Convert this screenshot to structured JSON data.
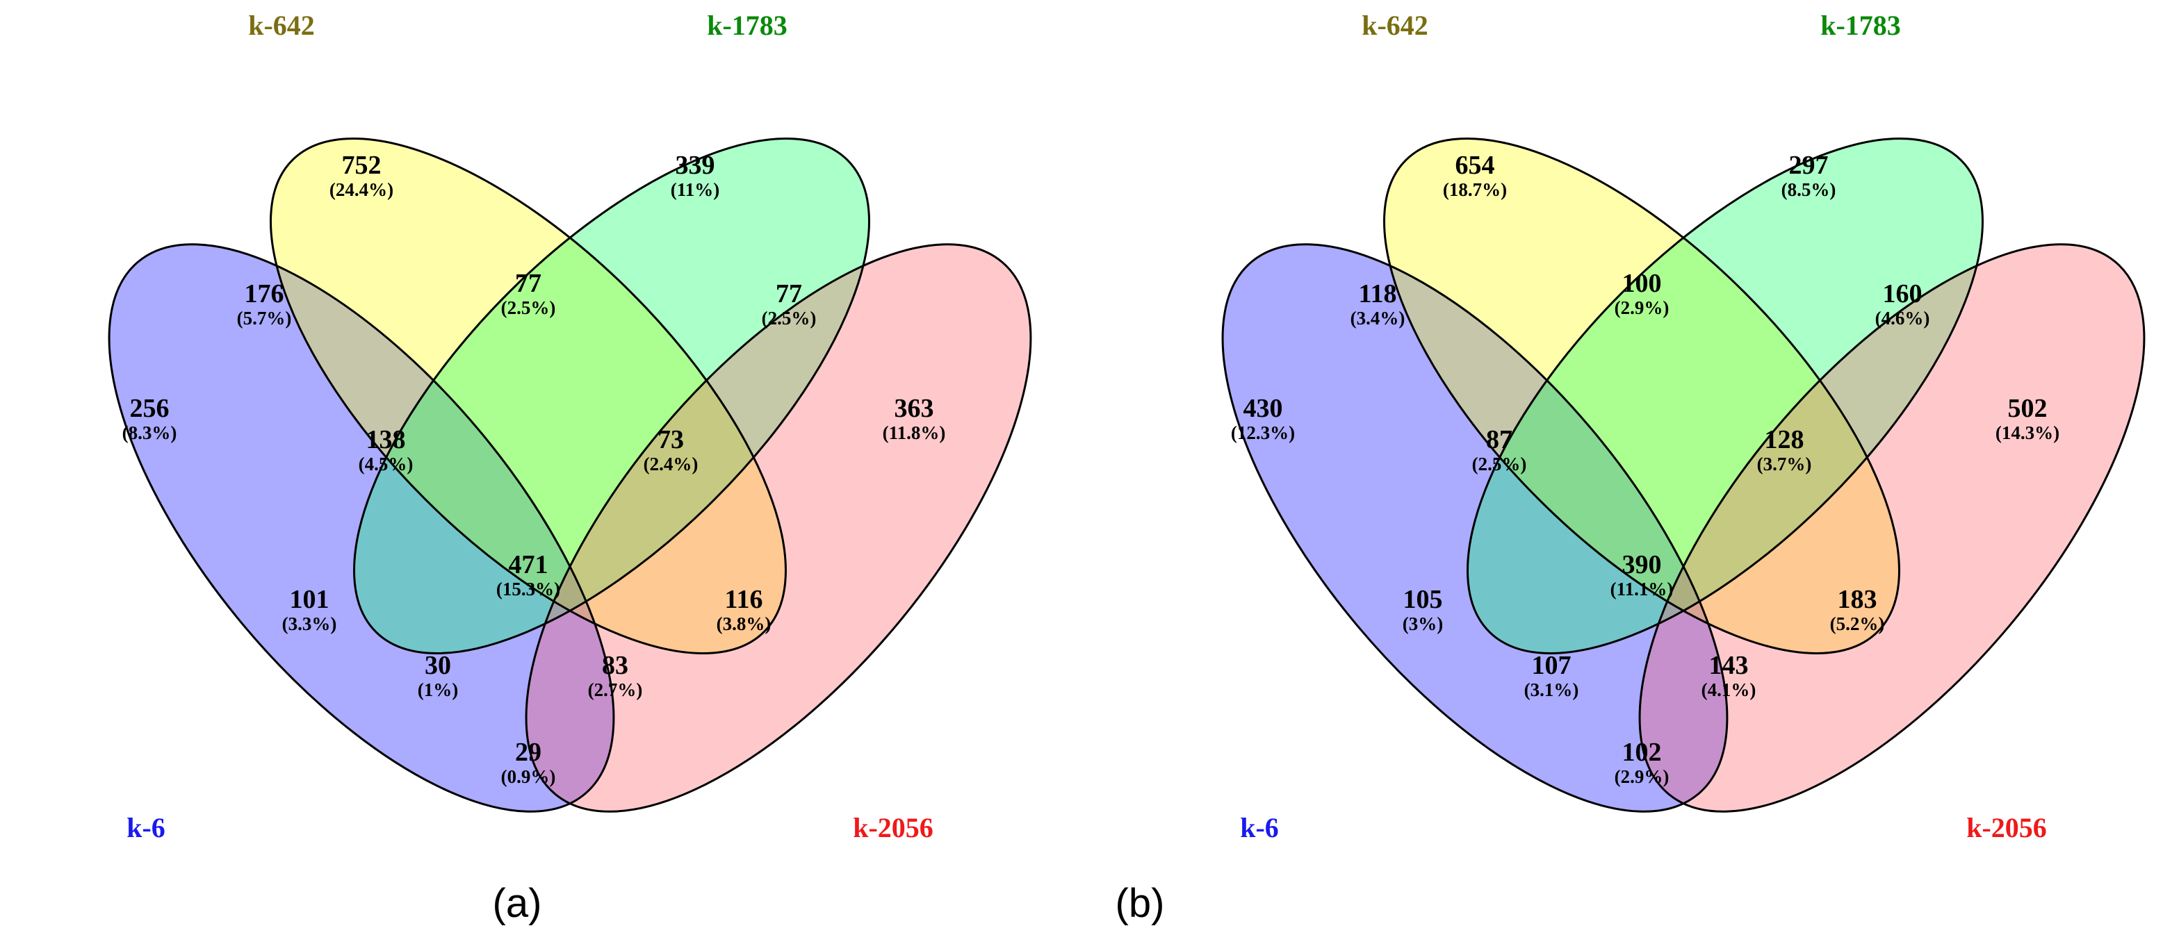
{
  "colors": {
    "k-6": "#0000ff",
    "k-642": "#ffff00",
    "k-1783": "#00ff5a",
    "k-2056": "#ff5a64",
    "label_k-6": "#1a1aee",
    "label_k-642": "#7a6e12",
    "label_k-1783": "#0a8a0a",
    "label_k-2056": "#ee1a1a"
  },
  "panels": [
    {
      "caption": "(a)",
      "sets": [
        "k-6",
        "k-642",
        "k-1783",
        "k-2056"
      ],
      "regions": [
        {
          "id": "k642_only",
          "count": "752",
          "percent": "(24.4%)"
        },
        {
          "id": "k1783_only",
          "count": "339",
          "percent": "(11%)"
        },
        {
          "id": "k6_k642",
          "count": "176",
          "percent": "(5.7%)"
        },
        {
          "id": "k642_k1783",
          "count": "77",
          "percent": "(2.5%)"
        },
        {
          "id": "k1783_k2056",
          "count": "77",
          "percent": "(2.5%)"
        },
        {
          "id": "k6_only",
          "count": "256",
          "percent": "(8.3%)"
        },
        {
          "id": "k2056_only",
          "count": "363",
          "percent": "(11.8%)"
        },
        {
          "id": "k6_k642_k1783",
          "count": "138",
          "percent": "(4.5%)"
        },
        {
          "id": "k642_k1783_k2056",
          "count": "73",
          "percent": "(2.4%)"
        },
        {
          "id": "all",
          "count": "471",
          "percent": "(15.3%)"
        },
        {
          "id": "k6_k1783",
          "count": "101",
          "percent": "(3.3%)"
        },
        {
          "id": "k642_k2056",
          "count": "116",
          "percent": "(3.8%)"
        },
        {
          "id": "k6_k1783_k2056",
          "count": "30",
          "percent": "(1%)"
        },
        {
          "id": "k6_k642_k2056",
          "count": "83",
          "percent": "(2.7%)"
        },
        {
          "id": "k6_k2056",
          "count": "29",
          "percent": "(0.9%)"
        }
      ]
    },
    {
      "caption": "(b)",
      "sets": [
        "k-6",
        "k-642",
        "k-1783",
        "k-2056"
      ],
      "regions": [
        {
          "id": "k642_only",
          "count": "654",
          "percent": "(18.7%)"
        },
        {
          "id": "k1783_only",
          "count": "297",
          "percent": "(8.5%)"
        },
        {
          "id": "k6_k642",
          "count": "118",
          "percent": "(3.4%)"
        },
        {
          "id": "k642_k1783",
          "count": "100",
          "percent": "(2.9%)"
        },
        {
          "id": "k1783_k2056",
          "count": "160",
          "percent": "(4.6%)"
        },
        {
          "id": "k6_only",
          "count": "430",
          "percent": "(12.3%)"
        },
        {
          "id": "k2056_only",
          "count": "502",
          "percent": "(14.3%)"
        },
        {
          "id": "k6_k642_k1783",
          "count": "87",
          "percent": "(2.5%)"
        },
        {
          "id": "k642_k1783_k2056",
          "count": "128",
          "percent": "(3.7%)"
        },
        {
          "id": "all",
          "count": "390",
          "percent": "(11.1%)"
        },
        {
          "id": "k6_k1783",
          "count": "105",
          "percent": "(3%)"
        },
        {
          "id": "k642_k2056",
          "count": "183",
          "percent": "(5.2%)"
        },
        {
          "id": "k6_k1783_k2056",
          "count": "107",
          "percent": "(3.1%)"
        },
        {
          "id": "k6_k642_k2056",
          "count": "143",
          "percent": "(4.1%)"
        },
        {
          "id": "k6_k2056",
          "count": "102",
          "percent": "(2.9%)"
        }
      ]
    }
  ]
}
